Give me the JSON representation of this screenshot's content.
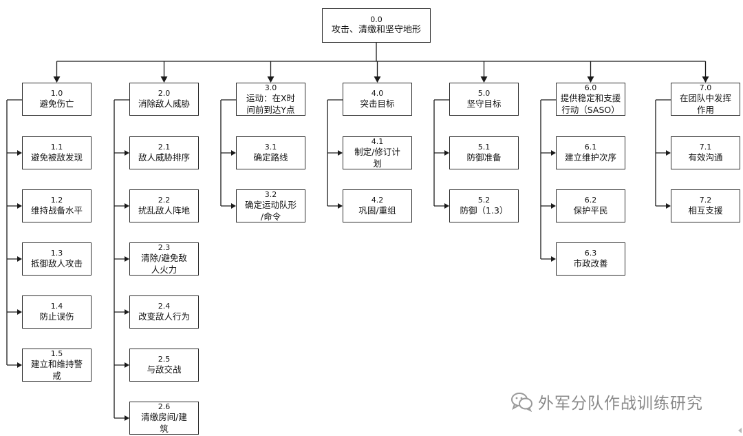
{
  "root": {
    "code": "0.0",
    "label": "攻击、清缴和坚守地形"
  },
  "columns": [
    {
      "code": "1.0",
      "label": "避免伤亡",
      "children": [
        {
          "code": "1.1",
          "label": "避免被敌发现"
        },
        {
          "code": "1.2",
          "label": "维持战备水平"
        },
        {
          "code": "1.3",
          "label": "抵御敌人攻击"
        },
        {
          "code": "1.4",
          "label": "防止误伤"
        },
        {
          "code": "1.5",
          "label": "建立和维持警\n戒"
        }
      ]
    },
    {
      "code": "2.0",
      "label": "消除敌人威胁",
      "children": [
        {
          "code": "2.1",
          "label": "敌人威胁排序"
        },
        {
          "code": "2.2",
          "label": "扰乱敌人阵地"
        },
        {
          "code": "2.3",
          "label": "清除/避免敌\n人火力"
        },
        {
          "code": "2.4",
          "label": "改变敌人行为"
        },
        {
          "code": "2.5",
          "label": "与敌交战"
        },
        {
          "code": "2.6",
          "label": "清缴房间/建\n筑"
        }
      ]
    },
    {
      "code": "3.0",
      "label": "运动：在X时\n间前到达Y点",
      "children": [
        {
          "code": "3.1",
          "label": "确定路线"
        },
        {
          "code": "3.2",
          "label": "确定运动队形\n/命令"
        }
      ]
    },
    {
      "code": "4.0",
      "label": "突击目标",
      "children": [
        {
          "code": "4.1",
          "label": "制定/修订计\n划"
        },
        {
          "code": "4.2",
          "label": "巩固/重组"
        }
      ]
    },
    {
      "code": "5.0",
      "label": "坚守目标",
      "children": [
        {
          "code": "5.1",
          "label": "防御准备"
        },
        {
          "code": "5.2",
          "label": "防御（1.3）"
        }
      ]
    },
    {
      "code": "6.0",
      "label": "提供稳定和支援\n行动（SASO）",
      "children": [
        {
          "code": "6.1",
          "label": "建立维护次序"
        },
        {
          "code": "6.2",
          "label": "保护平民"
        },
        {
          "code": "6.3",
          "label": "市政改善"
        }
      ]
    },
    {
      "code": "7.0",
      "label": "在团队中发挥\n作用",
      "children": [
        {
          "code": "7.1",
          "label": "有效沟通"
        },
        {
          "code": "7.2",
          "label": "相互支援"
        }
      ]
    }
  ],
  "watermark": {
    "icon": "wechat-icon",
    "text": "外军分队作战训练研究"
  }
}
